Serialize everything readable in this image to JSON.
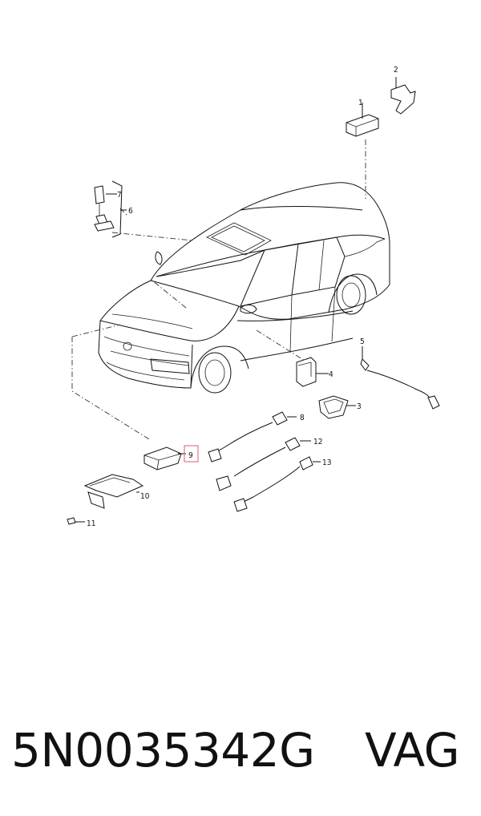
{
  "diagram": {
    "callouts": [
      {
        "id": "1",
        "label": "1"
      },
      {
        "id": "2",
        "label": "2"
      },
      {
        "id": "3",
        "label": "3"
      },
      {
        "id": "4",
        "label": "4"
      },
      {
        "id": "5",
        "label": "5"
      },
      {
        "id": "6",
        "label": "6"
      },
      {
        "id": "7",
        "label": "7"
      },
      {
        "id": "8",
        "label": "8"
      },
      {
        "id": "9",
        "label": "9"
      },
      {
        "id": "10",
        "label": "10"
      },
      {
        "id": "11",
        "label": "11"
      },
      {
        "id": "12",
        "label": "12"
      },
      {
        "id": "13",
        "label": "13"
      }
    ],
    "highlighted_callout": "9",
    "highlight_color": "#d9717a"
  },
  "caption": {
    "part_number": "5N0035342G",
    "brand": "VAG"
  }
}
